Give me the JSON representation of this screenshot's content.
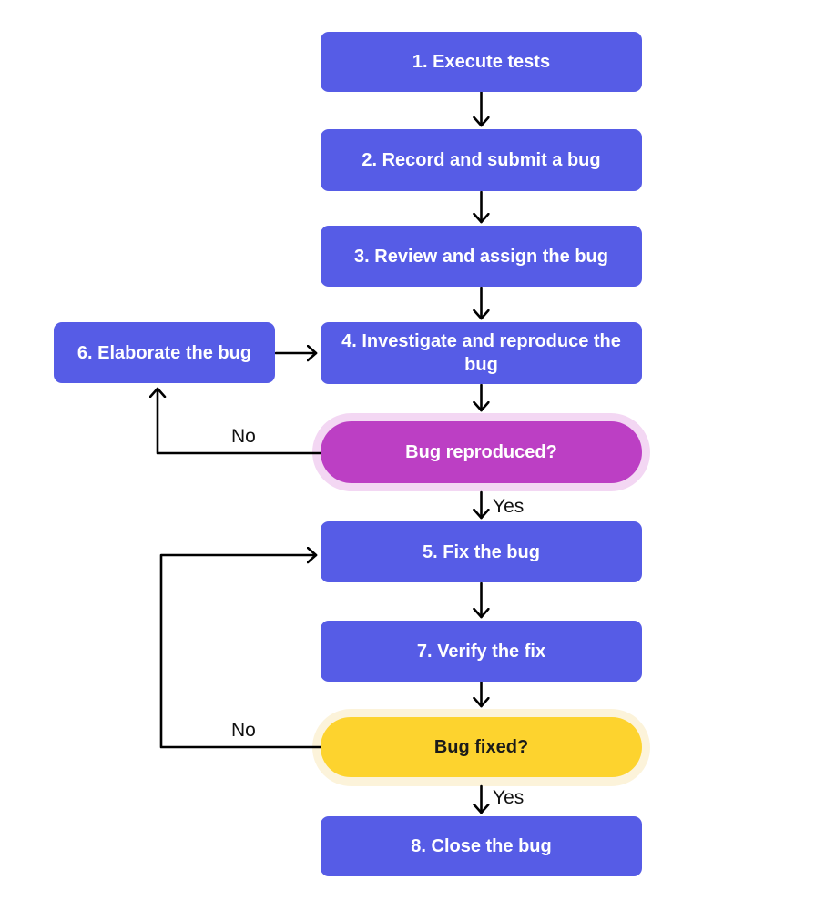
{
  "colors": {
    "background": "#FFFFFF",
    "process_fill": "#565CE6",
    "process_text": "#FFFFFF",
    "decision_reproduced_fill": "#BC3FC4",
    "decision_reproduced_halo": "#F3D7F3",
    "decision_fixed_fill": "#FDD32E",
    "decision_fixed_halo": "#FCF3DA",
    "arrow": "#000000"
  },
  "chart_data": {
    "type": "flowchart",
    "nodes": [
      {
        "id": "step1",
        "label": "1. Execute tests",
        "shape": "process"
      },
      {
        "id": "step2",
        "label": "2. Record and submit a bug",
        "shape": "process"
      },
      {
        "id": "step3",
        "label": "3. Review and assign the bug",
        "shape": "process"
      },
      {
        "id": "step4",
        "label": "4. Investigate and reproduce the bug",
        "shape": "process"
      },
      {
        "id": "step6",
        "label": "6. Elaborate the bug",
        "shape": "process"
      },
      {
        "id": "decision_reproduced",
        "label": "Bug reproduced?",
        "shape": "decision"
      },
      {
        "id": "step5",
        "label": "5. Fix the bug",
        "shape": "process"
      },
      {
        "id": "step7",
        "label": "7. Verify the fix",
        "shape": "process"
      },
      {
        "id": "decision_fixed",
        "label": "Bug fixed?",
        "shape": "decision"
      },
      {
        "id": "step8",
        "label": "8. Close the bug",
        "shape": "process"
      }
    ],
    "edges": [
      {
        "from": "step1",
        "to": "step2",
        "label": ""
      },
      {
        "from": "step2",
        "to": "step3",
        "label": ""
      },
      {
        "from": "step3",
        "to": "step4",
        "label": ""
      },
      {
        "from": "step4",
        "to": "decision_reproduced",
        "label": ""
      },
      {
        "from": "decision_reproduced",
        "to": "step5",
        "label": "Yes"
      },
      {
        "from": "decision_reproduced",
        "to": "step6",
        "label": "No"
      },
      {
        "from": "step6",
        "to": "step4",
        "label": ""
      },
      {
        "from": "step5",
        "to": "step7",
        "label": ""
      },
      {
        "from": "step7",
        "to": "decision_fixed",
        "label": ""
      },
      {
        "from": "decision_fixed",
        "to": "step8",
        "label": "Yes"
      },
      {
        "from": "decision_fixed",
        "to": "step5",
        "label": "No"
      }
    ]
  },
  "nodes": {
    "step1": {
      "label": "1. Execute tests"
    },
    "step2": {
      "label": "2. Record and submit a bug"
    },
    "step3": {
      "label": "3. Review and assign the bug"
    },
    "step4": {
      "label": "4. Investigate and reproduce the bug"
    },
    "step6": {
      "label": "6. Elaborate the bug"
    },
    "decision_reproduced": {
      "label": "Bug reproduced?"
    },
    "step5": {
      "label": "5. Fix the bug"
    },
    "step7": {
      "label": "7. Verify the fix"
    },
    "decision_fixed": {
      "label": "Bug fixed?"
    },
    "step8": {
      "label": "8. Close the bug"
    }
  },
  "edge_labels": {
    "reproduced_yes": "Yes",
    "reproduced_no": "No",
    "fixed_yes": "Yes",
    "fixed_no": "No"
  }
}
